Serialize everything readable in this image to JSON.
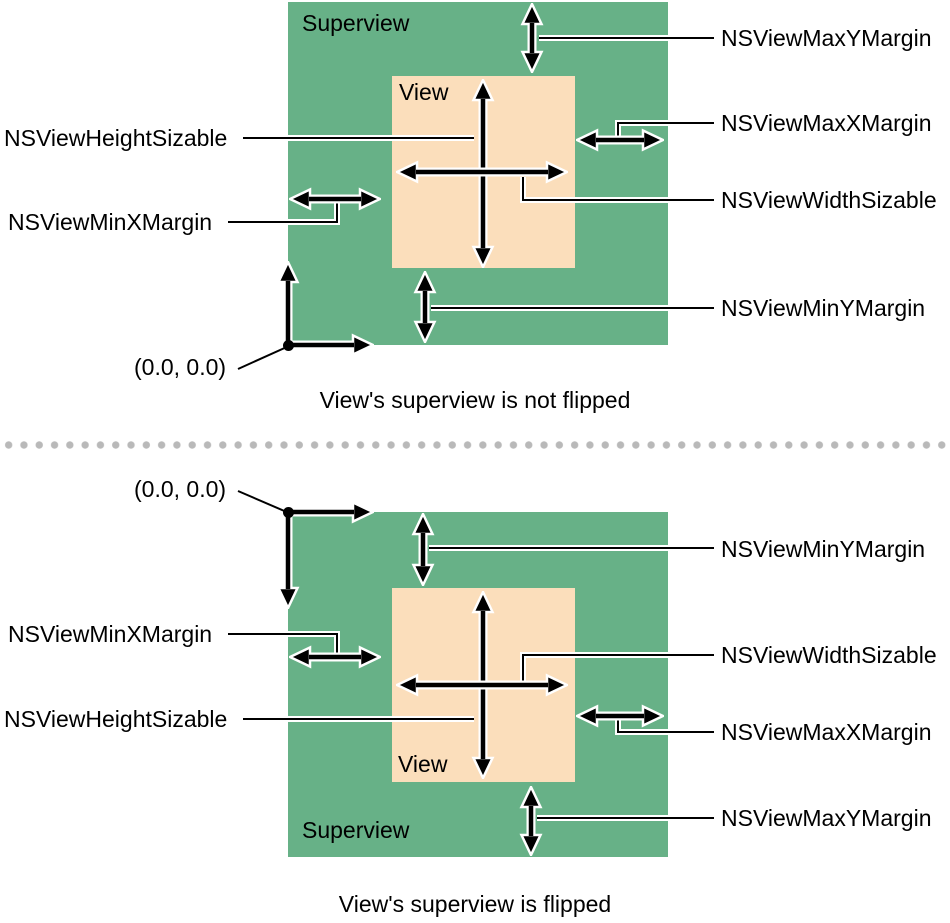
{
  "figure": {
    "colors": {
      "superview_fill": "#67b187",
      "view_fill": "#fbdebb",
      "line": "#000000",
      "divider_dots": "#b9b9b9"
    }
  },
  "not_flipped": {
    "superview_label": "Superview",
    "view_label": "View",
    "origin_label": "(0.0, 0.0)",
    "caption": "View's superview is not flipped",
    "callouts": {
      "max_y_margin": "NSViewMaxYMargin",
      "max_x_margin": "NSViewMaxXMargin",
      "width_sizable": "NSViewWidthSizable",
      "min_y_margin": "NSViewMinYMargin",
      "min_x_margin": "NSViewMinXMargin",
      "height_sizable": "NSViewHeightSizable"
    }
  },
  "flipped": {
    "superview_label": "Superview",
    "view_label": "View",
    "origin_label": "(0.0, 0.0)",
    "caption": "View's superview is flipped",
    "callouts": {
      "min_y_margin": "NSViewMinYMargin",
      "width_sizable": "NSViewWidthSizable",
      "max_x_margin": "NSViewMaxXMargin",
      "max_y_margin": "NSViewMaxYMargin",
      "min_x_margin": "NSViewMinXMargin",
      "height_sizable": "NSViewHeightSizable"
    }
  }
}
